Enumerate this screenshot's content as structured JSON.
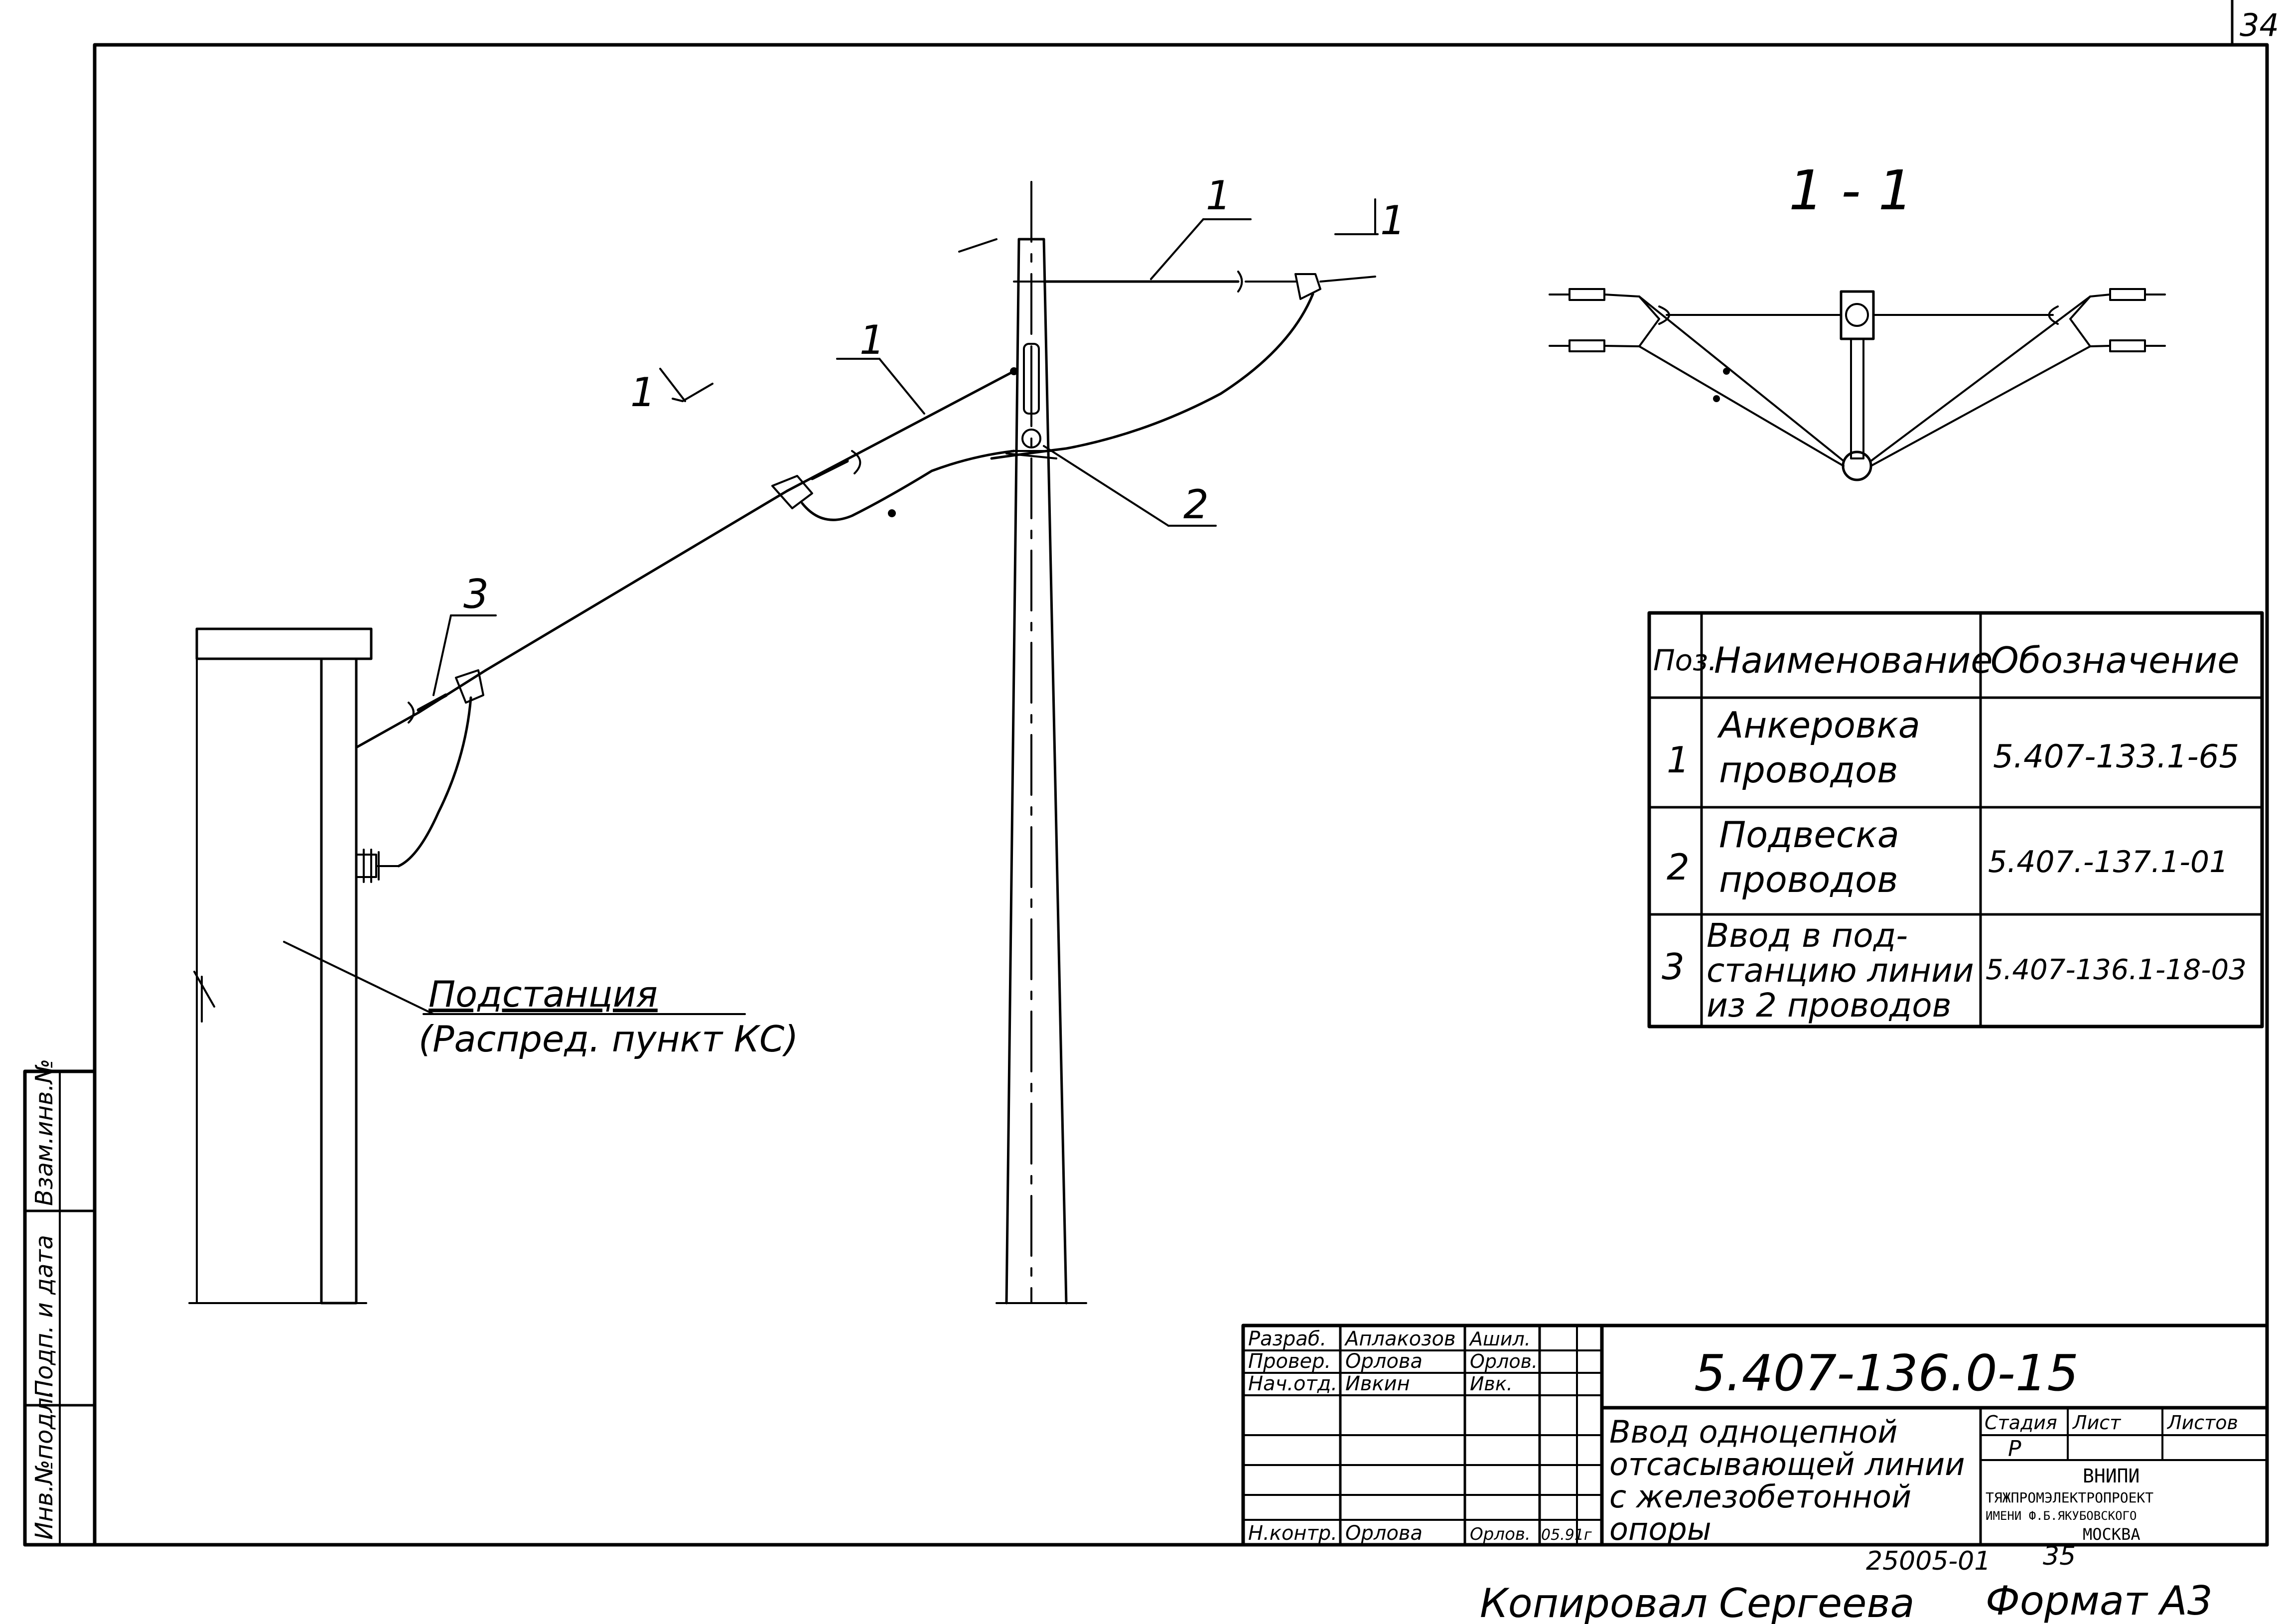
{
  "sheet_corner_number": "34",
  "section_label": "1 - 1",
  "callouts": {
    "item1_upper": "1",
    "item1_lower": "1",
    "item2": "2",
    "item3": "3",
    "section_mark_left": "1",
    "section_mark_right": "1"
  },
  "substation_label": {
    "line1": "Подстанция",
    "line2": "(Распред. пункт КС)"
  },
  "spec_table": {
    "headers": [
      "Поз.",
      "Наименование",
      "Обозначение"
    ],
    "rows": [
      {
        "pos": "1",
        "name": [
          "Анкеровка",
          "проводов"
        ],
        "code": "5.407-133.1-65"
      },
      {
        "pos": "2",
        "name": [
          "Подвеска",
          "проводов"
        ],
        "code": "5.407.-137.1-01"
      },
      {
        "pos": "3",
        "name": [
          "Ввод в под-",
          "станцию линии",
          "из 2 проводов"
        ],
        "code": "5.407-136.1-18-03"
      }
    ]
  },
  "title_block": {
    "doc_number": "5.407-136.0-15",
    "title_lines": [
      "Ввод одноцепной",
      "отсасывающей линии",
      "с железобетонной",
      "опоры"
    ],
    "roles": [
      {
        "role": "Разраб.",
        "name": "Аплакозов",
        "sign": "Ашил."
      },
      {
        "role": "Провер.",
        "name": "Орлова",
        "sign": "Орлов."
      },
      {
        "role": "Нач.отд.",
        "name": "Ивкин",
        "sign": "Ивк."
      }
    ],
    "norm_control": {
      "role": "Н.контр.",
      "name": "Орлова",
      "sign": "Орлов.",
      "date": "05.91г"
    },
    "stage_header": "Стадия",
    "sheet_header": "Лист",
    "sheets_header": "Листов",
    "stage_value": "Р",
    "org_lines": [
      "ВНИПИ",
      "ТЯЖПРОМЭЛЕКТРОПРОЕКТ",
      "ИМЕНИ Ф.Б.ЯКУБОВСКОГО",
      "МОСКВА"
    ]
  },
  "side_stamp": [
    "Инв.№подл.",
    "Подп. и дата",
    "Взам.инв.№"
  ],
  "footer": {
    "order_number": "25005-01",
    "sheet_number": "35",
    "copied_by": "Копировал",
    "copier_name": "Сергеева",
    "format": "Формат А3"
  }
}
